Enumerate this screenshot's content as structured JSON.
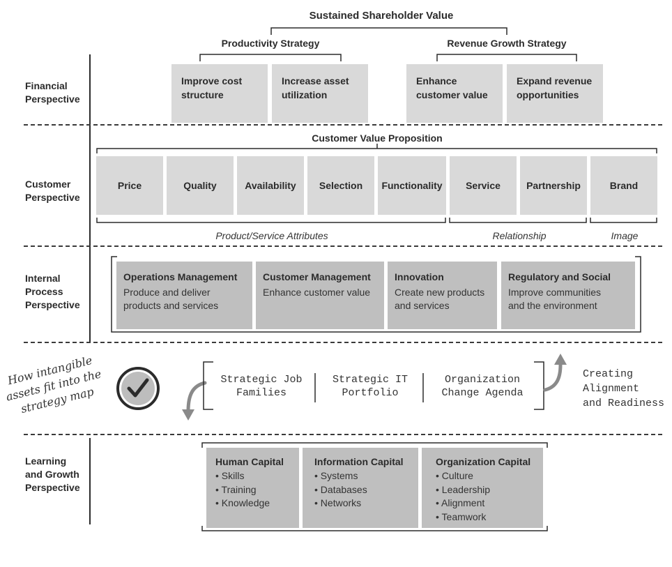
{
  "financial": {
    "top_label": "Sustained Shareholder Value",
    "productivity_label": "Productivity Strategy",
    "revenue_label": "Revenue Growth Strategy",
    "perspective": "Financial\nPerspective",
    "boxes": [
      "Improve cost\nstructure",
      "Increase asset\nutilization",
      "Enhance\ncustomer value",
      "Expand revenue\nopportunities"
    ]
  },
  "customer": {
    "proposition_label": "Customer Value Proposition",
    "perspective": "Customer\nPerspective",
    "attributes": [
      "Price",
      "Quality",
      "Availability",
      "Selection",
      "Functionality",
      "Service",
      "Partnership",
      "Brand"
    ],
    "group_labels": [
      "Product/Service Attributes",
      "Relationship",
      "Image"
    ]
  },
  "internal": {
    "perspective": "Internal\nProcess\nPerspective",
    "processes": [
      {
        "title": "Operations Management",
        "desc": "Produce and deliver\nproducts and services"
      },
      {
        "title": "Customer Management",
        "desc": "Enhance customer value"
      },
      {
        "title": "Innovation",
        "desc": "Create new products\nand services"
      },
      {
        "title": "Regulatory and Social",
        "desc": "Improve communities\nand the environment"
      }
    ]
  },
  "intangible": {
    "handwritten_note": "How intangible\nassets fit into the\nstrategy map",
    "items": [
      "Strategic Job\nFamilies",
      "Strategic IT\nPortfolio",
      "Organization\nChange Agenda"
    ],
    "alignment_label": "Creating\nAlignment\nand Readiness",
    "check_icon": "check-circle-icon"
  },
  "learning": {
    "perspective": "Learning\nand Growth\nPerspective",
    "capitals": [
      {
        "title": "Human Capital",
        "items": [
          "• Skills",
          "• Training",
          "• Knowledge"
        ]
      },
      {
        "title": "Information Capital",
        "items": [
          "• Systems",
          "• Databases",
          "• Networks"
        ]
      },
      {
        "title": "Organization Capital",
        "items": [
          "• Culture",
          "• Leadership",
          "• Alignment",
          "• Teamwork"
        ]
      }
    ]
  }
}
